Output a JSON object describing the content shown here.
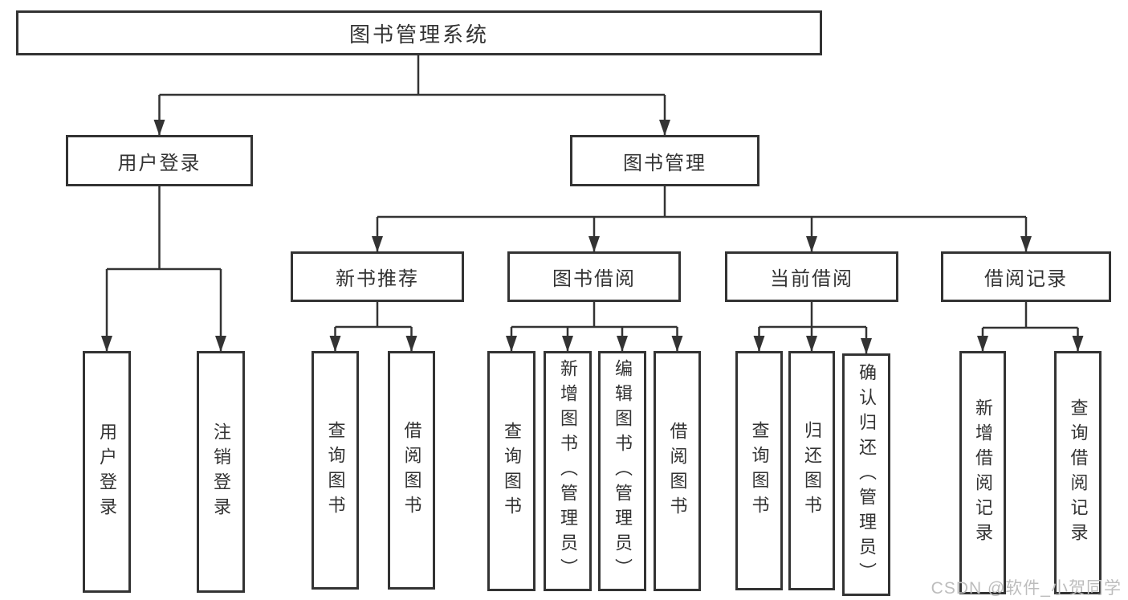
{
  "diagram": {
    "root": {
      "label": "图书管理系统"
    },
    "level2": [
      {
        "label": "用户登录"
      },
      {
        "label": "图书管理"
      }
    ],
    "level3": [
      {
        "label": "新书推荐"
      },
      {
        "label": "图书借阅"
      },
      {
        "label": "当前借阅"
      },
      {
        "label": "借阅记录"
      }
    ],
    "leaves": {
      "login": [
        {
          "label": "用户登录"
        },
        {
          "label": "注销登录"
        }
      ],
      "newbook": [
        {
          "label": "查询图书"
        },
        {
          "label": "借阅图书"
        }
      ],
      "borrow": [
        {
          "label": "查询图书"
        },
        {
          "label": "新增图书（管理员）"
        },
        {
          "label": "编辑图书（管理员）"
        },
        {
          "label": "借阅图书"
        }
      ],
      "current": [
        {
          "label": "查询图书"
        },
        {
          "label": "归还图书"
        },
        {
          "label": "确认归还（管理员）"
        }
      ],
      "records": [
        {
          "label": "新增借阅记录"
        },
        {
          "label": "查询借阅记录"
        }
      ]
    }
  },
  "watermark": {
    "text": "CSDN @软件_小贺同学"
  },
  "colors": {
    "line": "#333333",
    "text": "#333333",
    "box_border": "#333333",
    "box_fill": "#ffffff",
    "watermark": "#bdbdbd",
    "background": "#ffffff"
  }
}
